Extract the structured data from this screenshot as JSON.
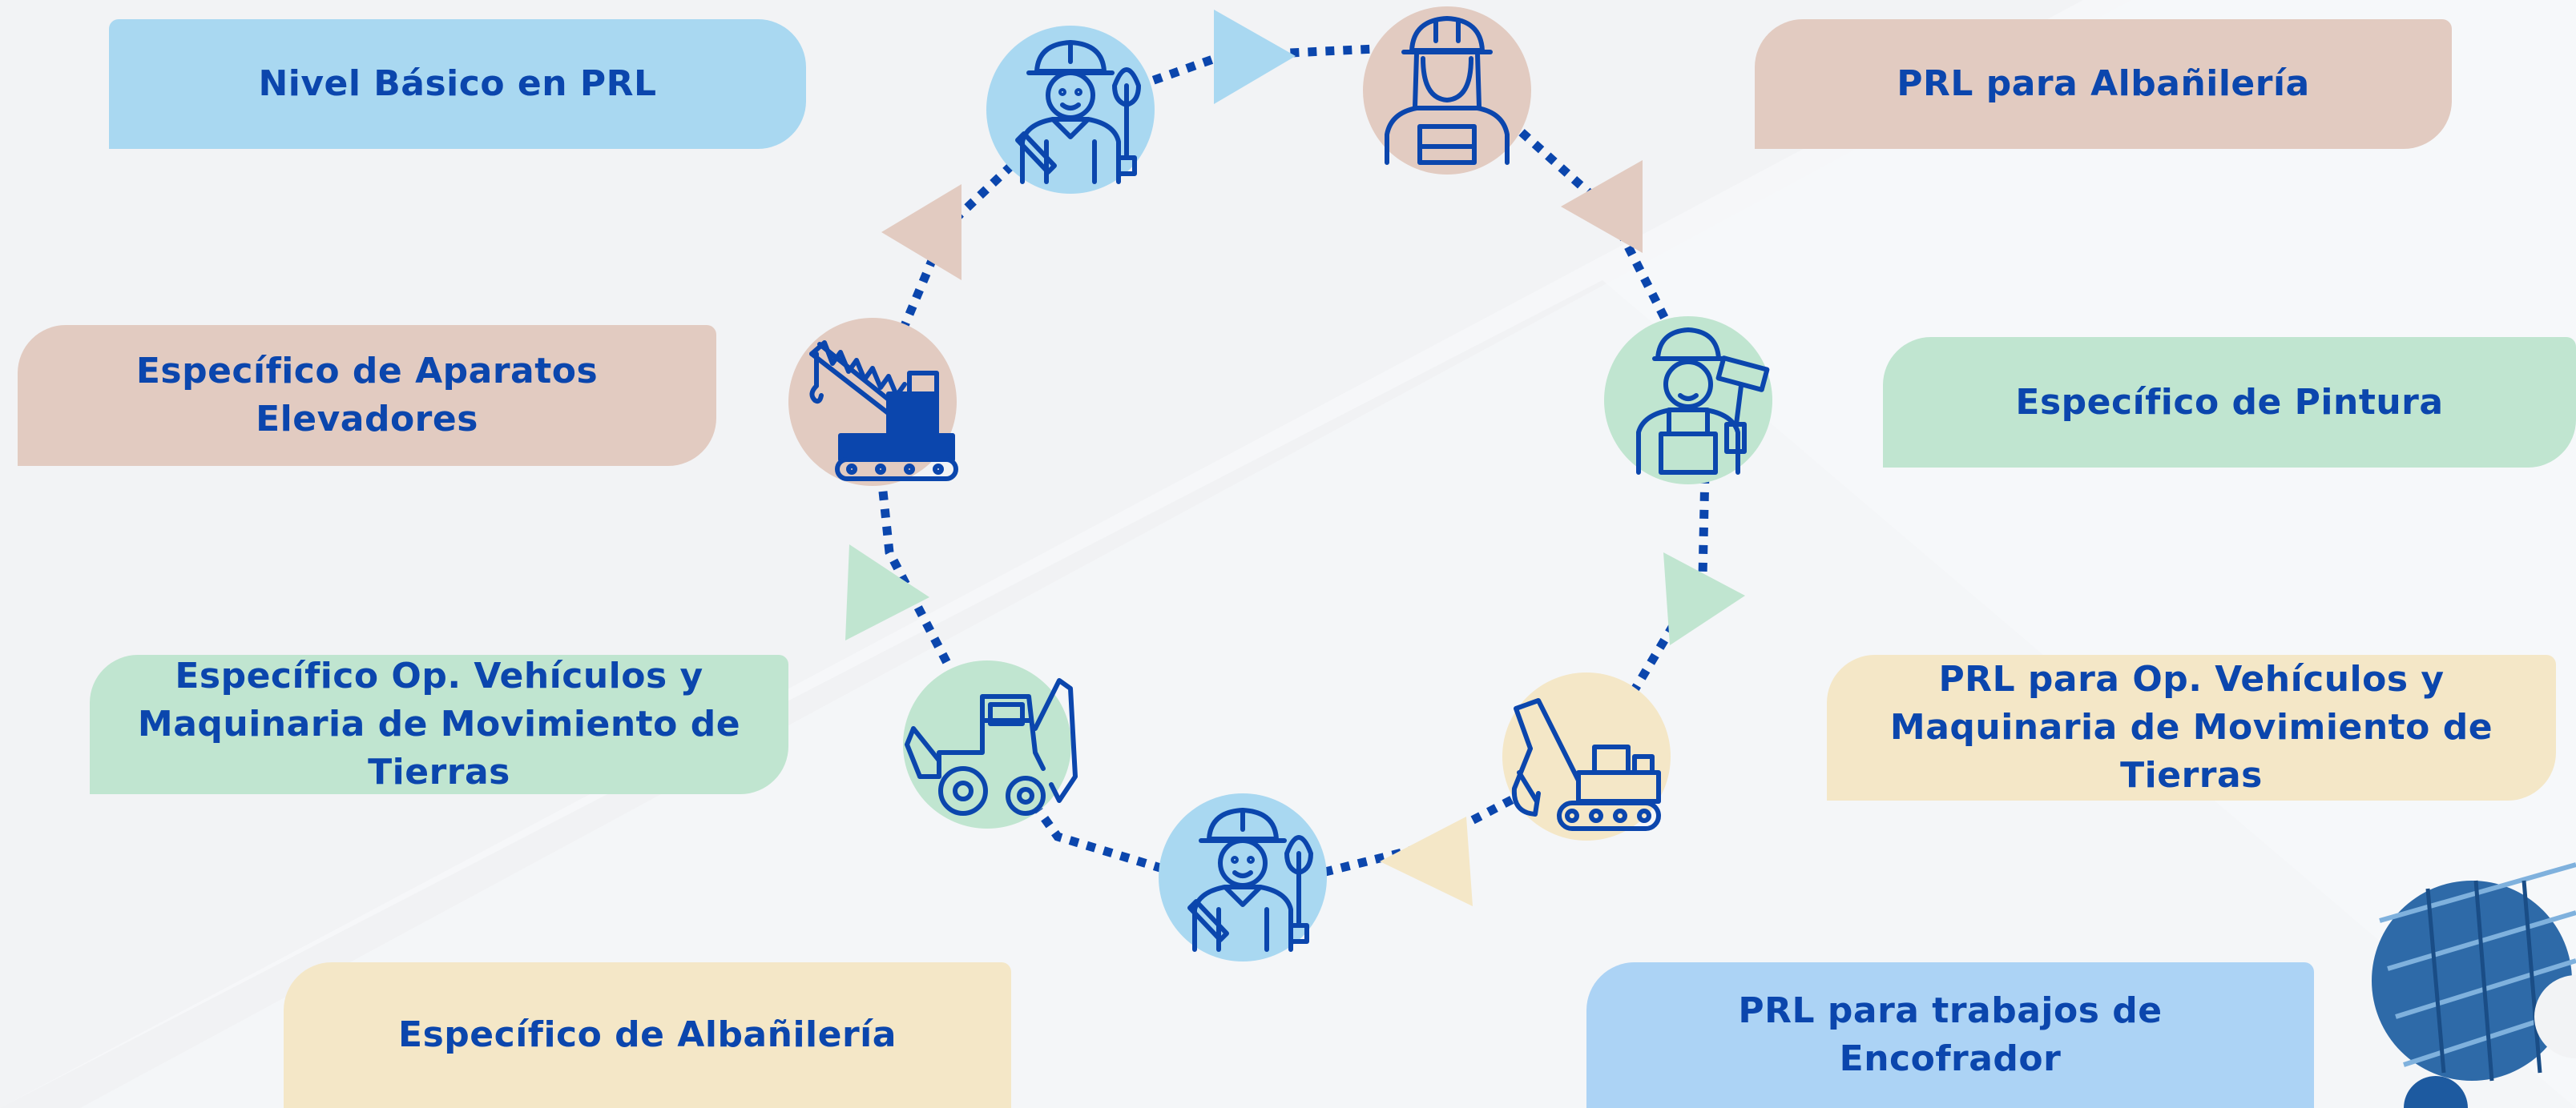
{
  "labels": {
    "nivel_basico": "Nivel Básico en PRL",
    "prl_albanileria": "PRL para Albañilería",
    "esp_aparatos": "Específico de Aparatos Elevadores",
    "esp_pintura": "Específico de Pintura",
    "esp_vehiculos": "Específico Op. Vehículos y Maquinaria de Movimiento de Tierras",
    "prl_vehiculos": "PRL para Op. Vehículos y Maquinaria de Movimiento de Tierras",
    "esp_albanileria": "Específico de Albañilería",
    "prl_encofrador": "PRL para trabajos de Encofrador"
  },
  "nodes": [
    {
      "name": "worker-shovel-icon",
      "color": "#a9d8f1"
    },
    {
      "name": "female-worker-icon",
      "color": "#e2cbc1"
    },
    {
      "name": "painter-icon",
      "color": "#c0e5d0"
    },
    {
      "name": "excavator-icon",
      "color": "#f4e7c7"
    },
    {
      "name": "worker-shovel-icon",
      "color": "#a9d8f1"
    },
    {
      "name": "backhoe-loader-icon",
      "color": "#c0e5d0"
    },
    {
      "name": "crane-icon",
      "color": "#e2cbc1"
    }
  ],
  "arrows": [
    {
      "name": "arrow-right",
      "color": "#a9d8f1"
    },
    {
      "name": "arrow-down-left",
      "color": "#e2cbc1"
    },
    {
      "name": "arrow-down-right",
      "color": "#c0e5d0"
    },
    {
      "name": "arrow-left",
      "color": "#f4e7c7"
    },
    {
      "name": "arrow-up",
      "color": "#c0e5d0"
    },
    {
      "name": "arrow-up-right",
      "color": "#e2cbc1"
    }
  ],
  "colors": {
    "ink": "#0b46ad",
    "dots": "#0b46ad",
    "background": "#f2f3f5"
  }
}
